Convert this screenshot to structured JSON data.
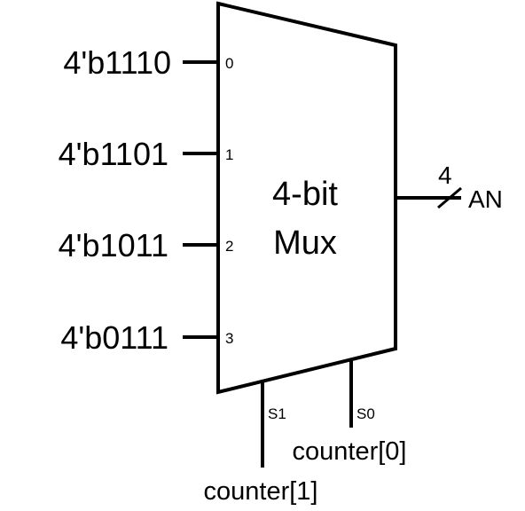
{
  "diagram": {
    "title_line1": "4-bit",
    "title_line2": "Mux",
    "inputs": [
      {
        "value": "4'b1110",
        "port": "0"
      },
      {
        "value": "4'b1101",
        "port": "1"
      },
      {
        "value": "4'b1011",
        "port": "2"
      },
      {
        "value": "4'b0111",
        "port": "3"
      }
    ],
    "selects": [
      {
        "port": "S1",
        "signal": "counter[1]"
      },
      {
        "port": "S0",
        "signal": "counter[0]"
      }
    ],
    "output": {
      "width": "4",
      "name": "AN"
    }
  }
}
